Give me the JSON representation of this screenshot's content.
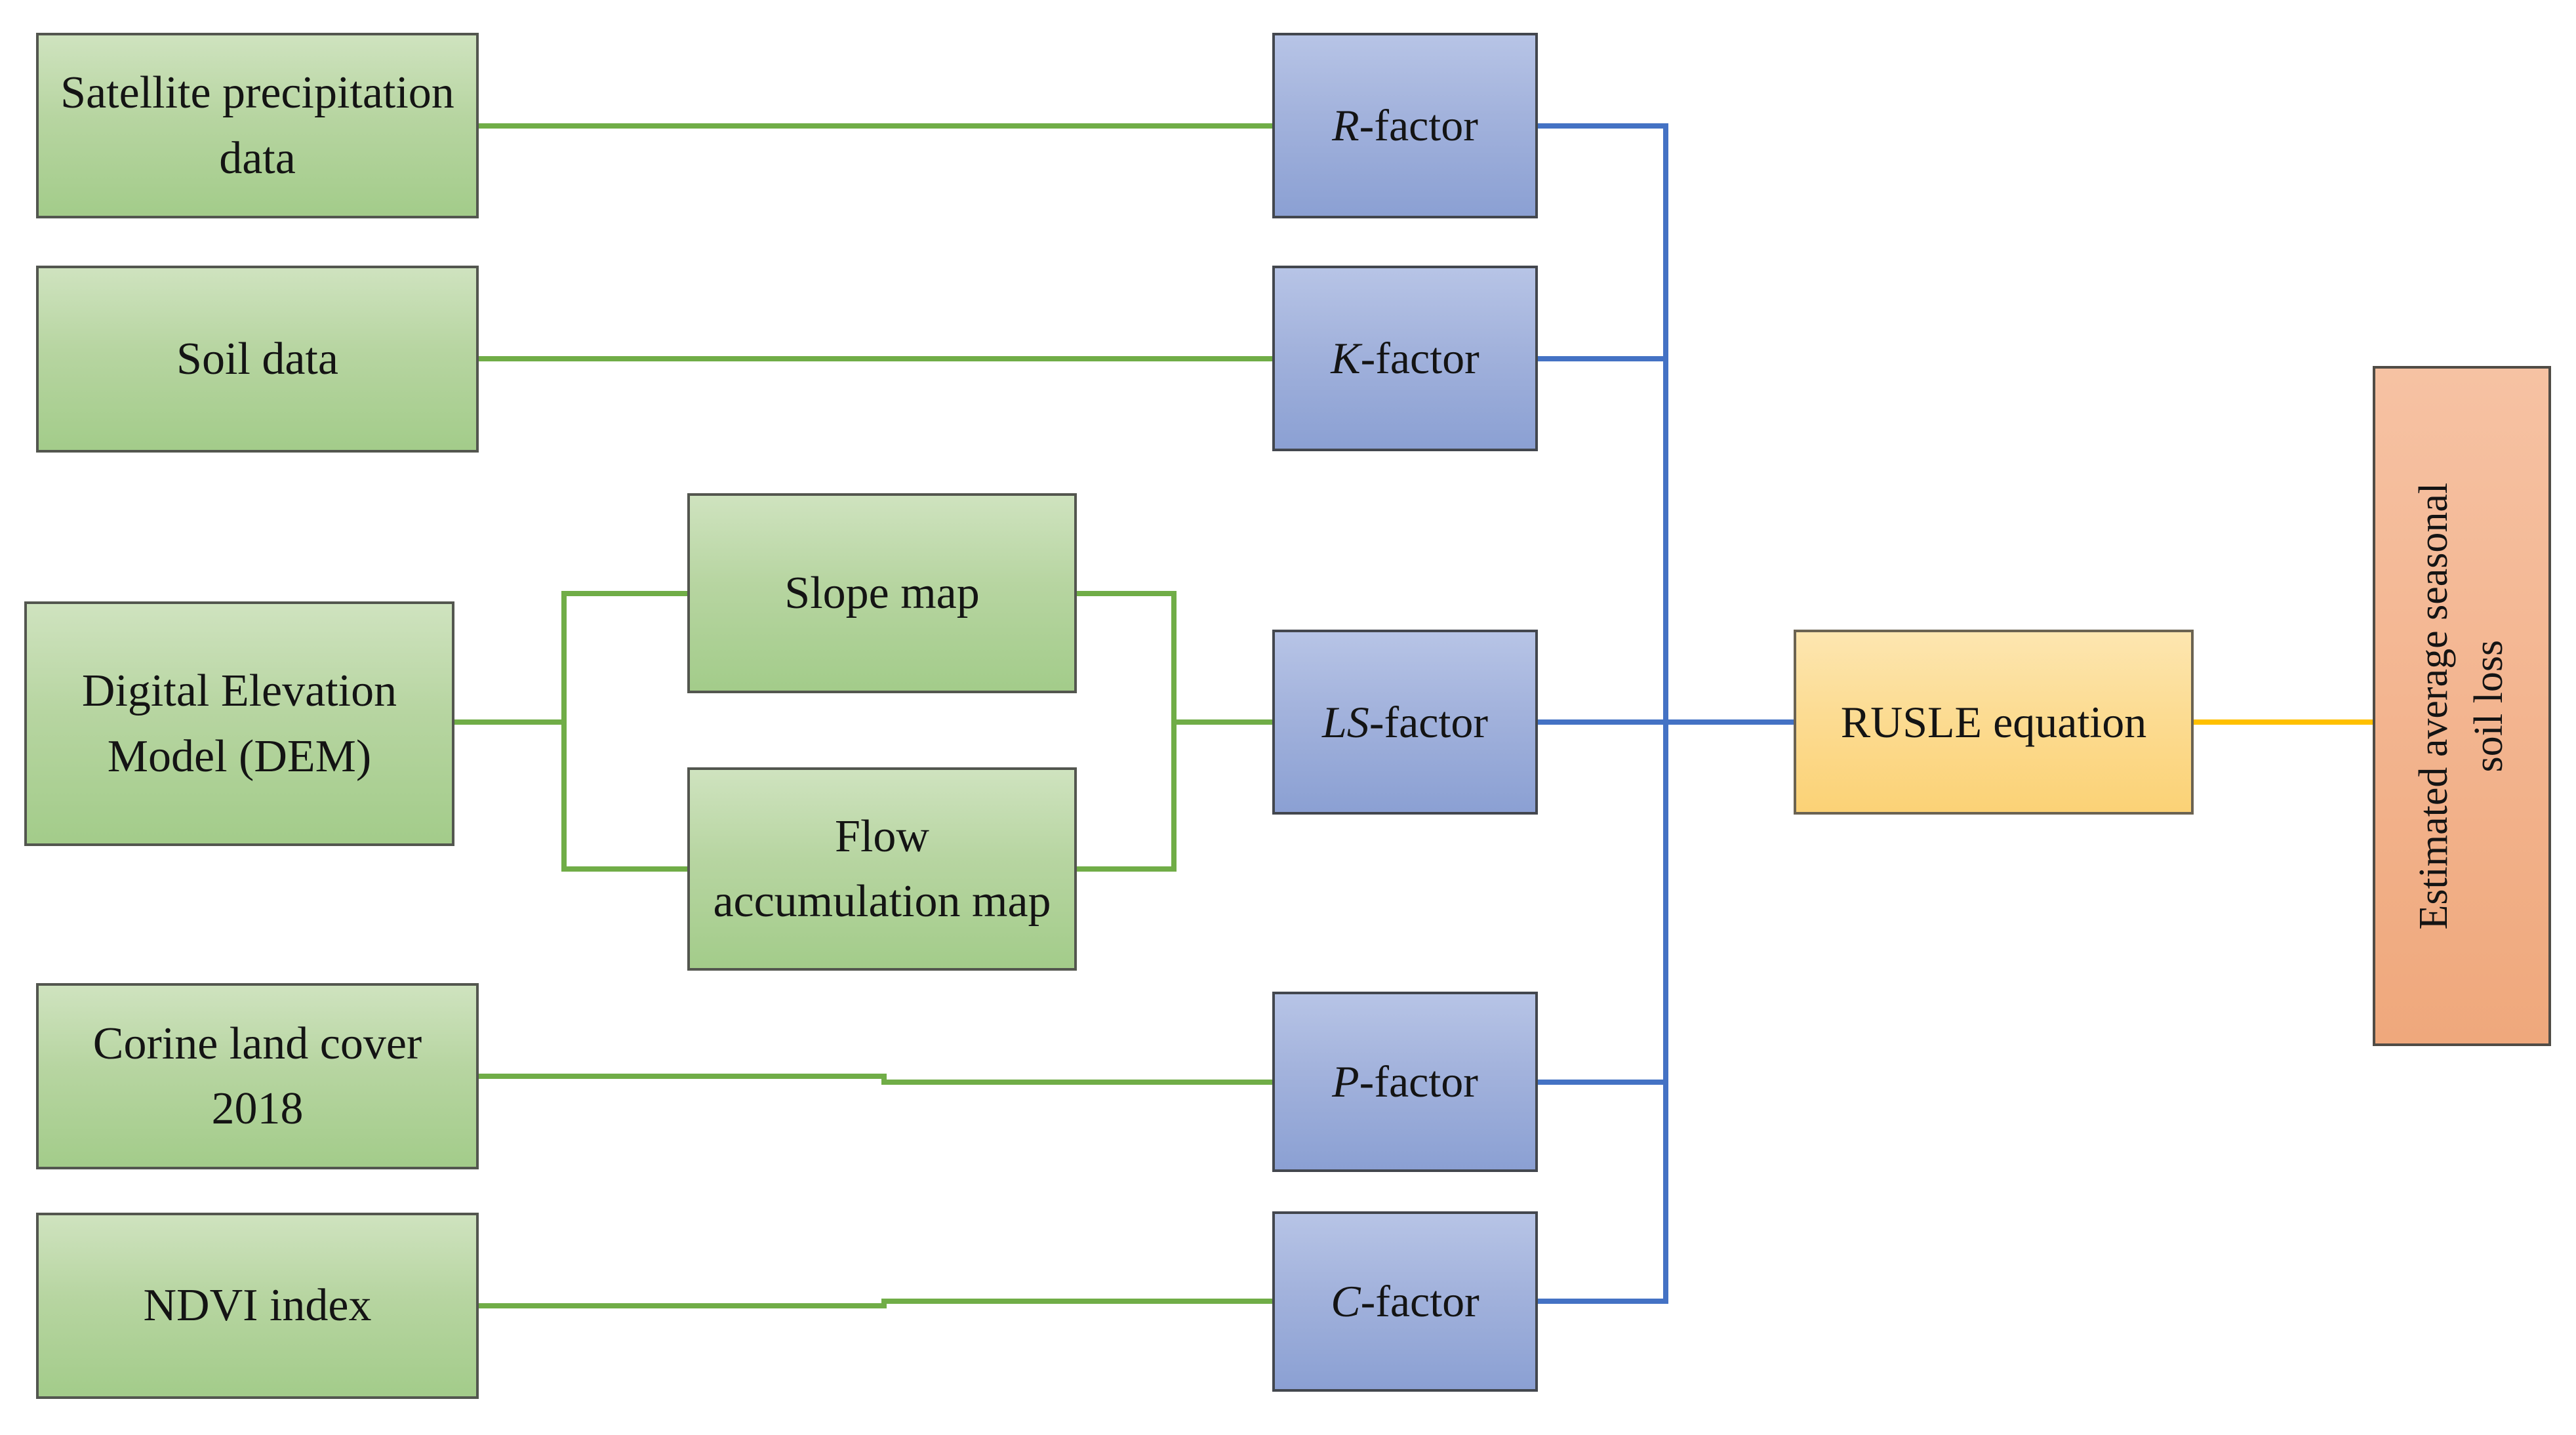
{
  "palette": {
    "green_connector": "#70ad47",
    "blue_connector": "#4472c4",
    "yellow_connector": "#ffc000",
    "green_box_fill": "#a9d18e",
    "blue_box_fill": "#8faadc",
    "orange_box_fill": "#ffd966",
    "salmon_box_fill": "#f4b183",
    "box_border": "#53564f",
    "text": "#141414"
  },
  "nodes": {
    "satellite": {
      "label": "Satellite precipitation data"
    },
    "soil": {
      "label": "Soil data"
    },
    "dem": {
      "label": "Digital Elevation Model (DEM)"
    },
    "corine": {
      "label": "Corine land cover 2018"
    },
    "ndvi": {
      "label": "NDVI index"
    },
    "slope": {
      "label": "Slope map"
    },
    "flow": {
      "label": "Flow accumulation map"
    },
    "r_factor": {
      "prefix": "R",
      "suffix": "-factor"
    },
    "k_factor": {
      "prefix": "K",
      "suffix": "-factor"
    },
    "ls_factor": {
      "prefix": "LS",
      "suffix": "-factor"
    },
    "p_factor": {
      "prefix": "P",
      "suffix": "-factor"
    },
    "c_factor": {
      "prefix": "C",
      "suffix": "-factor"
    },
    "rusle": {
      "label": "RUSLE equation"
    },
    "output": {
      "line1": "Estimated average seasonal",
      "line2": "soil loss"
    }
  }
}
